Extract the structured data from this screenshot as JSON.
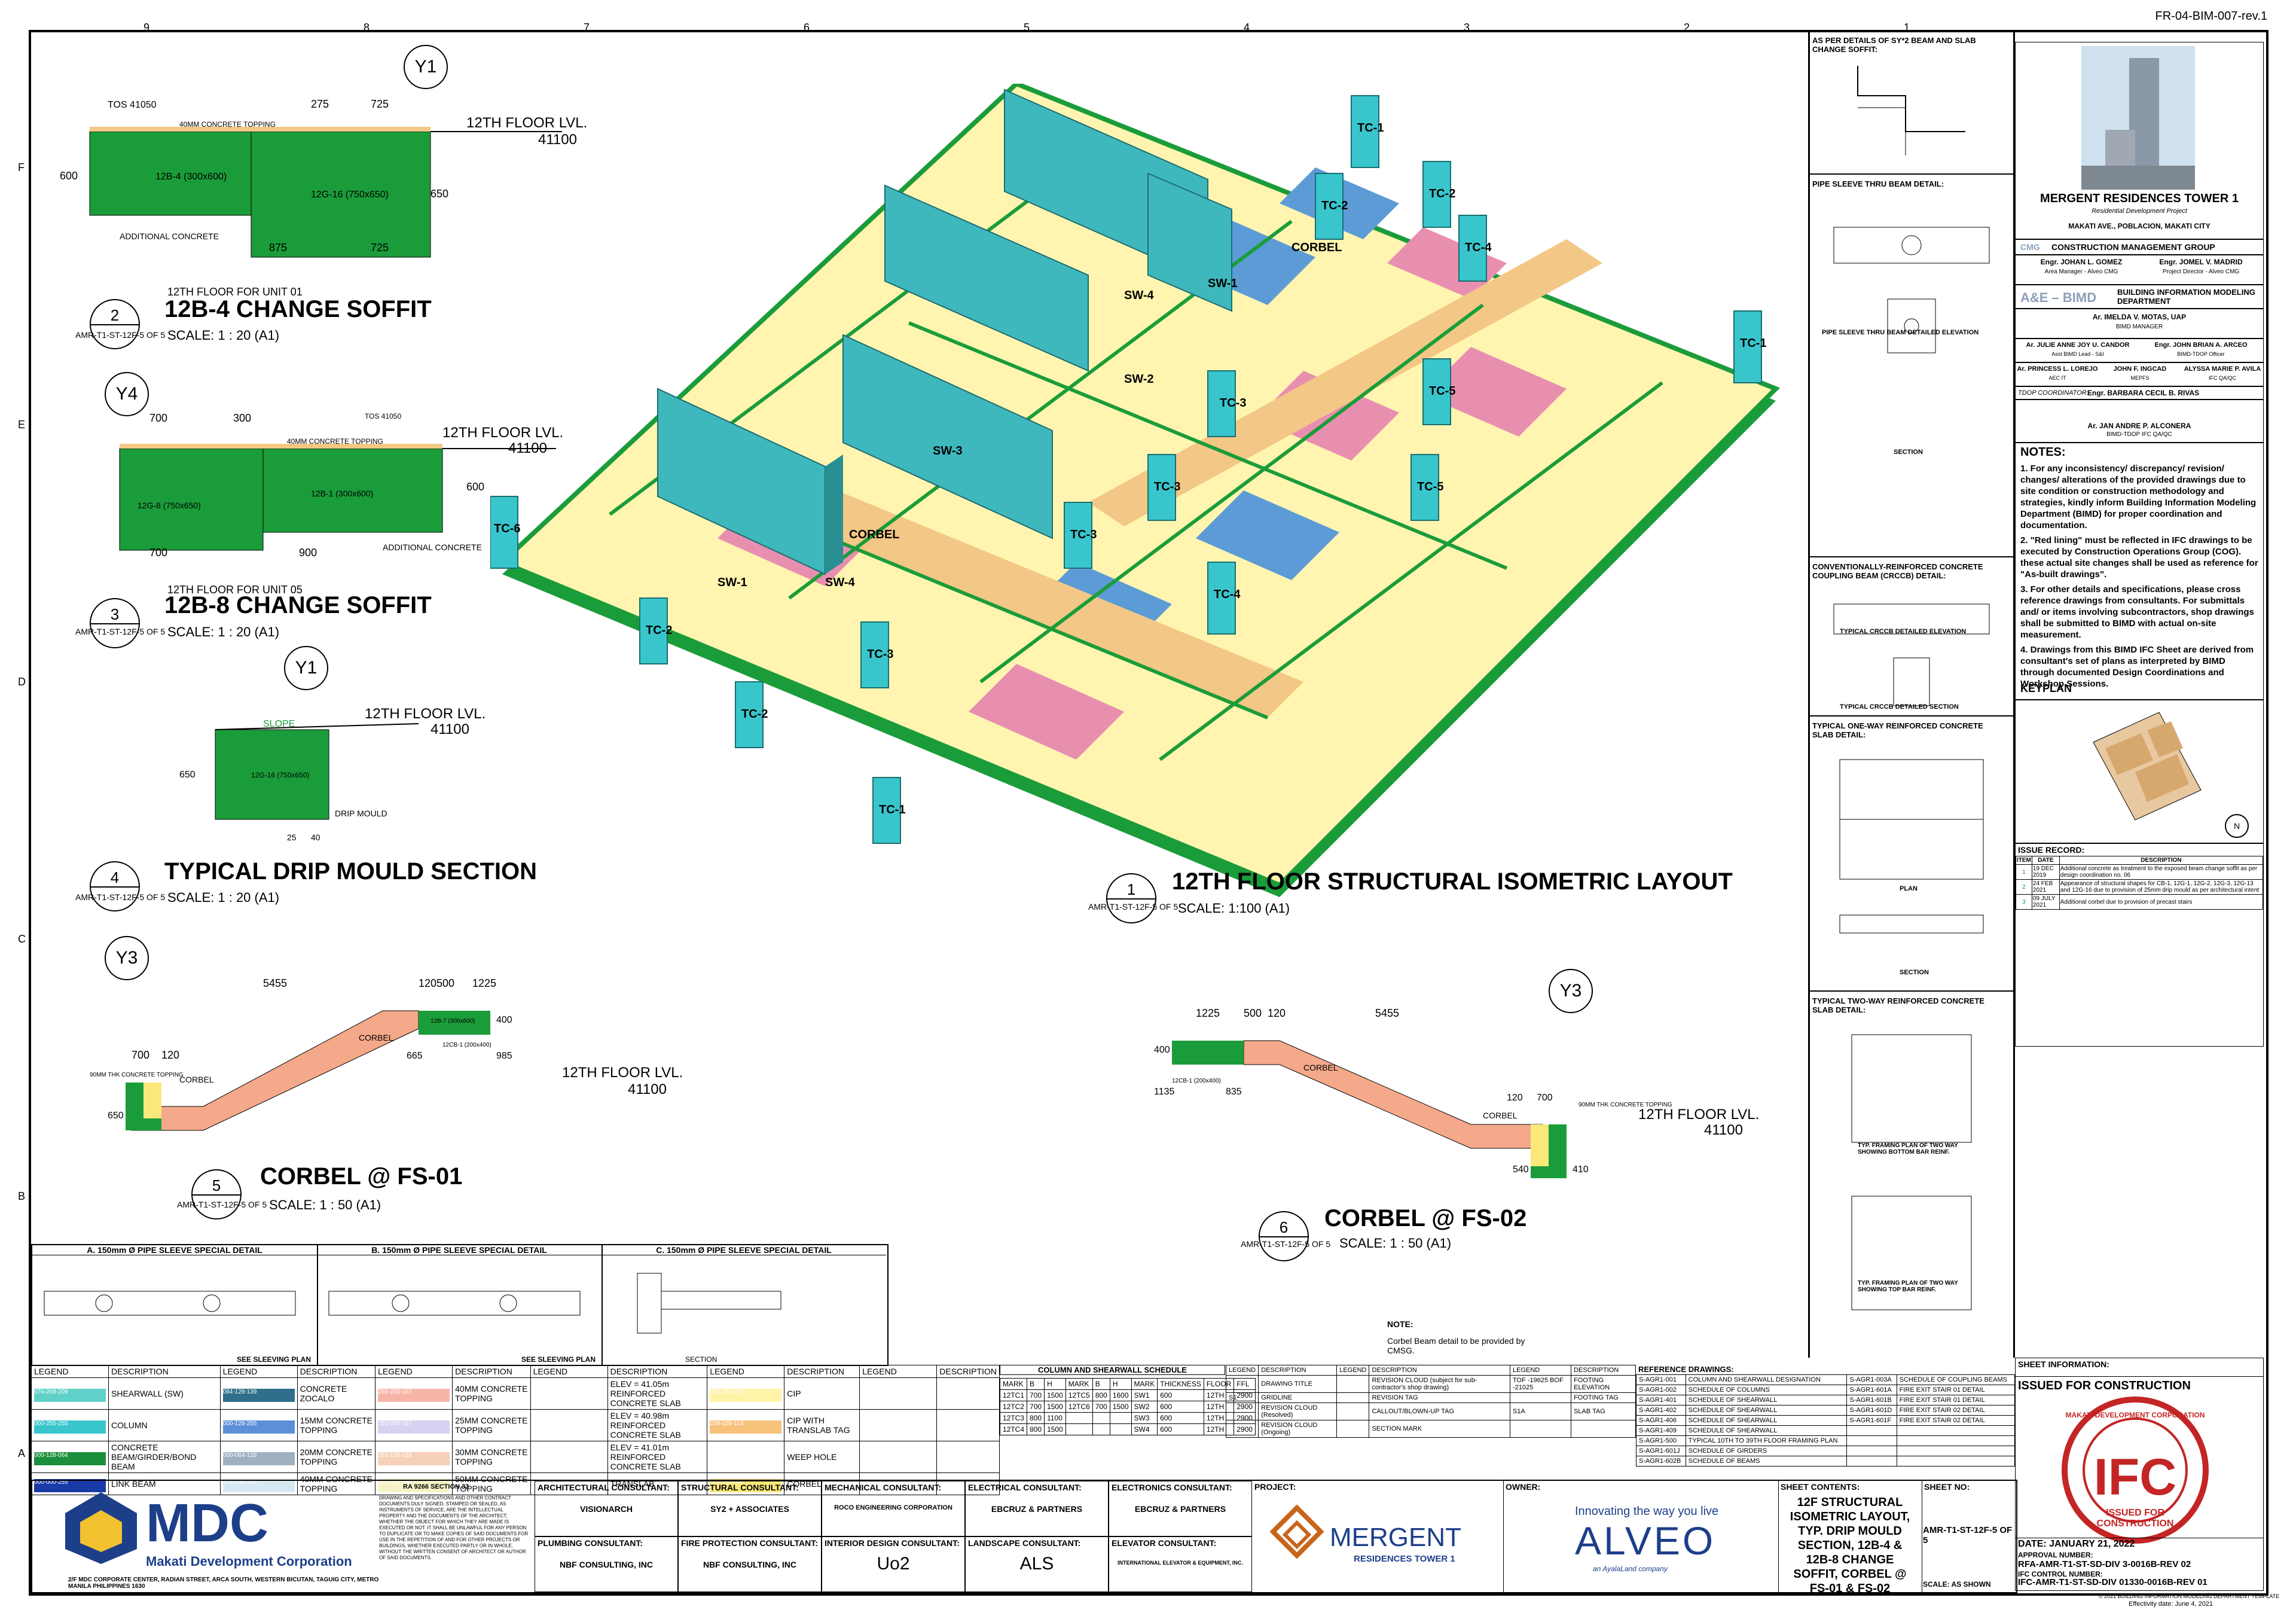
{
  "sheet_ref": "FR-04-BIM-007-rev.1",
  "top_grid": [
    "9",
    "8",
    "7",
    "6",
    "5",
    "4",
    "3",
    "2",
    "1"
  ],
  "side_grid": [
    "F",
    "E",
    "D",
    "C",
    "B",
    "A"
  ],
  "main_view": {
    "number": "1",
    "title": "12TH FLOOR STRUCTURAL ISOMETRIC LAYOUT",
    "ref": "AMR-T1-ST-12F-5 OF 5",
    "scale": "SCALE:   1:100 (A1)",
    "tags": [
      "TC-1",
      "TC-2",
      "TC-2",
      "TC-3",
      "TC-3",
      "TC-4",
      "TC-5",
      "TC-6",
      "TC-1",
      "TC-2",
      "TC-3",
      "TC-4",
      "TC-5",
      "TC-3",
      "TC-2",
      "TC-1",
      "SW-1",
      "SW-2",
      "SW-3",
      "SW-4",
      "SW-1",
      "SW-4",
      "CORBEL",
      "CORBEL"
    ]
  },
  "details": [
    {
      "number": "2",
      "title": "12B-4 CHANGE SOFFIT",
      "subtitle": "12TH FLOOR FOR UNIT 01",
      "ref": "AMR-T1-ST-12F-5 OF 5",
      "scale": "SCALE:   1 : 20 (A1)",
      "grid": "Y1",
      "level": "12TH FLOOR LVL.",
      "elev": "41100",
      "dims": [
        "275",
        "725",
        "875",
        "725",
        "600",
        "650"
      ],
      "labels": [
        "40MM CONCRETE TOPPING",
        "12B-4 (300x600)",
        "12G-16 (750x650)",
        "ADDITIONAL CONCRETE",
        "TOS 41050"
      ]
    },
    {
      "number": "3",
      "title": "12B-8 CHANGE SOFFIT",
      "subtitle": "12TH FLOOR FOR UNIT 05",
      "ref": "AMR-T1-ST-12F-5 OF 5",
      "scale": "SCALE:   1 : 20 (A1)",
      "grid": "Y4",
      "level": "12TH FLOOR LVL.",
      "elev": "41100",
      "dims": [
        "700",
        "300",
        "700",
        "900",
        "600"
      ],
      "labels": [
        "40MM CONCRETE TOPPING",
        "12G-8 (750x650)",
        "12B-1 (300x600)",
        "ADDITIONAL CONCRETE",
        "TOS 41050"
      ]
    },
    {
      "number": "4",
      "title": "TYPICAL DRIP MOULD SECTION",
      "subtitle": "",
      "ref": "AMR-T1-ST-12F-5 OF 5",
      "scale": "SCALE:   1 : 20 (A1)",
      "grid": "Y1",
      "level": "12TH FLOOR LVL.",
      "elev": "41100",
      "dims": [
        "650",
        "25",
        "40"
      ],
      "labels": [
        "SLOPE",
        "DRIP MOULD",
        "12G-16 (750x650)"
      ]
    },
    {
      "number": "5",
      "title": "CORBEL @ FS-01",
      "subtitle": "",
      "ref": "AMR-T1-ST-12F-5 OF 5",
      "scale": "SCALE:   1 : 50 (A1)",
      "grid": "Y3",
      "level": "12TH FLOOR LVL.",
      "elev": "41100",
      "dims": [
        "5455",
        "120",
        "500",
        "1225",
        "700",
        "120",
        "400",
        "665",
        "985",
        "650"
      ],
      "labels": [
        "CORBEL",
        "CORBEL",
        "90MM THK CONCRETE TOPPING",
        "12CB-1 (200x400)",
        "12B-7 (300x600)"
      ]
    },
    {
      "number": "6",
      "title": "CORBEL @ FS-02",
      "subtitle": "",
      "ref": "AMR-T1-ST-12F-5 OF 5",
      "scale": "SCALE:   1 : 50 (A1)",
      "grid": "Y3",
      "level": "12TH FLOOR LVL.",
      "elev": "41100",
      "dims": [
        "1225",
        "500",
        "120",
        "5455",
        "400",
        "1135",
        "835",
        "120",
        "700",
        "540",
        "410"
      ],
      "labels": [
        "CORBEL",
        "CORBEL",
        "90MM THK CONCRETE TOPPING",
        "12CB-1 (200x400)"
      ]
    }
  ],
  "sleeve_details": [
    {
      "title": "A. 150mm Ø PIPE SLEEVE SPECIAL DETAIL",
      "footer": "SEE SLEEVING PLAN"
    },
    {
      "title": "B. 150mm Ø PIPE SLEEVE SPECIAL DETAIL",
      "footer": "SEE SLEEVING PLAN"
    },
    {
      "title": "C. 150mm Ø PIPE SLEEVE SPECIAL DETAIL",
      "footer": "SECTION"
    }
  ],
  "right_details": [
    {
      "title": "AS PER DETAILS OF SY*2 BEAM AND SLAB CHANGE SOFFIT:"
    },
    {
      "title": "PIPE SLEEVE THRU BEAM DETAIL:",
      "caption": "PIPE SLEEVE THRU BEAM DETAILED ELEVATION",
      "caption2": "SECTION"
    },
    {
      "title": "CONVENTIONALLY-REINFORCED CONCRETE COUPLING BEAM (CRCCB) DETAIL:",
      "caption": "TYPICAL CRCCB DETAILED ELEVATION",
      "caption2": "TYPICAL CRCCB DETAILED SECTION"
    },
    {
      "title": "TYPICAL ONE-WAY REINFORCED CONCRETE SLAB DETAIL:",
      "caption": "PLAN",
      "caption2": "SECTION"
    },
    {
      "title": "TYPICAL TWO-WAY REINFORCED CONCRETE SLAB DETAIL:",
      "caption": "TYP. FRAMING PLAN OF TWO WAY SHOWING BOTTOM BAR REINF.",
      "caption2": "TYP. FRAMING PLAN OF TWO WAY SHOWING TOP BAR REINF."
    }
  ],
  "project": {
    "name": "MERGENT RESIDENCES TOWER 1",
    "type": "Residential Development Project",
    "location": "MAKATI AVE., POBLACION, MAKATI CITY",
    "cmg": "CONSTRUCTION MANAGEMENT GROUP",
    "people_row1": [
      {
        "name": "Engr. JOHAN L. GOMEZ",
        "role": "Area Manager - Alveo CMG"
      },
      {
        "name": "Engr. JOMEL V. MADRID",
        "role": "Project Director - Alveo CMG"
      }
    ],
    "bimd": "BUILDING INFORMATION MODELING DEPARTMENT",
    "bimd_manager": {
      "name": "Ar. IMELDA V. MOTAS, UAP",
      "role": "BIMD MANAGER"
    },
    "people_row2": [
      {
        "name": "Ar. JULIE ANNE JOY U. CANDOR",
        "role": "Asst BIMD Lead - S&I"
      },
      {
        "name": "Engr. JOHN BRIAN A. ARCEO",
        "role": "BIMD-TDOP Officer"
      }
    ],
    "people_row3": [
      {
        "name": "Ar. PRINCESS L. LOREJO",
        "role": "AEC IT"
      },
      {
        "name": "JOHN F. INGCAD",
        "role": "MEPFS"
      },
      {
        "name": "ALYSSA MARIE P. AVILA",
        "role": "IFC QA/QC"
      }
    ],
    "coordinator_label": "TDOP COORDINATOR:",
    "coordinator": "Engr. BARBARA CECIL B. RIVAS",
    "qa": {
      "name": "Ar. JAN ANDRE P. ALCONERA",
      "role": "BIMD-TDOP IFC QA/QC"
    }
  },
  "notes": {
    "title": "NOTES:",
    "items": [
      "1. For any inconsistency/ discrepancy/ revision/ changes/ alterations of the provided drawings due to site condition or construction methodology and strategies, kindly inform Building Information Modeling Department (BIMD) for proper coordination and documentation.",
      "2. \"Red lining\" must be reflected in IFC drawings to be executed by Construction Operations Group (COG). these actual site changes shall be used as reference for \"As-built drawings\".",
      "3. For other details and specifications, please cross reference drawings from consultants. For submittals and/ or items involving subcontractors, shop drawings shall be submitted to BIMD with actual on-site measurement.",
      "4. Drawings from this BIMD IFC Sheet are derived from consultant's set of plans as interpreted by BIMD through documented Design Coordinations and Workshop Sessions."
    ]
  },
  "keyplan": "KEYPLAN",
  "issue_record": {
    "title": "ISSUE RECORD:",
    "headers": [
      "ITEM",
      "DATE",
      "DESCRIPTION"
    ],
    "rows": [
      {
        "item": "1",
        "date": "19 DEC 2019",
        "desc": "Additional concrete as treatment to the exposed beam change soffit as per design coordination no. 06"
      },
      {
        "item": "2",
        "date": "24 FEB 2021",
        "desc": "Appearance of structural shapes for CB-1, 12G-1, 12G-2, 12G-3, 12G-13 and 12G-16 due to provision of 25mm drip mould as per architectural intent"
      },
      {
        "item": "3",
        "date": "09 JULY 2021",
        "desc": "Additional corbel due to provision of precast stairs"
      }
    ]
  },
  "sheet_info": {
    "title": "SHEET INFORMATION:",
    "issued": "ISSUED FOR CONSTRUCTION",
    "stamp_big": "IFC",
    "stamp_sub": "ISSUED FOR CONSTRUCTION",
    "stamp_ring": "MAKATI DEVELOPMENT CORPORATION",
    "date_label": "DATE:",
    "date": "JANUARY 21, 2022",
    "approval_label": "APPROVAL NUMBER:",
    "approval": "RFA-AMR-T1-ST-SD-DIV 3-0016B-REV 02",
    "ifc_label": "IFC CONTROL NUMBER:",
    "ifc": "IFC-AMR-T1-ST-SD-DIV 01330-0016B-REV 01",
    "copyright": "© 2021 BUILDING INFORMATION MODELING DEPARTMENT TEMPLATE",
    "effective": "Effectivity date: June 4, 2021"
  },
  "legend": {
    "headers": [
      "LEGEND",
      "DESCRIPTION",
      "LEGEND",
      "DESCRIPTION",
      "LEGEND",
      "DESCRIPTION",
      "LEGEND",
      "DESCRIPTION",
      "LEGEND",
      "DESCRIPTION",
      "LEGEND",
      "DESCRIPTION"
    ],
    "rows": [
      [
        {
          "c": "#5fd1c8",
          "t": "076-209-209"
        },
        "SHEARWALL (SW)",
        {
          "c": "#2f6f8c",
          "t": "084-128-139"
        },
        "CONCRETE ZOCALO",
        {
          "c": "#f7b5a8",
          "t": "255-233-157"
        },
        "40MM CONCRETE TOPPING",
        {
          "c": "#fff",
          "t": ""
        },
        "ELEV = 41.05m REINFORCED CONCRETE SLAB",
        {
          "c": "#fff3a8",
          "t": "255-255-167"
        },
        "CIP",
        {
          "c": "#fff",
          "t": ""
        },
        ""
      ],
      [
        {
          "c": "#38c6cc",
          "t": "000-255-255"
        },
        "COLUMN",
        {
          "c": "#5c8fd8",
          "t": "000-128-255"
        },
        "15MM CONCRETE TOPPING",
        {
          "c": "#d9d1f1",
          "t": "255-078-167"
        },
        "25MM CONCRETE TOPPING",
        {
          "c": "#fff",
          "t": ""
        },
        "ELEV = 40.98m REINFORCED CONCRETE SLAB",
        {
          "c": "#f7c27c",
          "t": "238-228-113"
        },
        "CIP WITH TRANSLAB TAG",
        {
          "c": "#fff",
          "t": ""
        },
        ""
      ],
      [
        {
          "c": "#1c8f3c",
          "t": "000-128-064"
        },
        "CONCRETE BEAM/GIRDER/BOND BEAM",
        {
          "c": "#9fb0c3",
          "t": "000-064-128"
        },
        "20MM CONCRETE TOPPING",
        {
          "c": "#f6d0b8",
          "t": "255-128-128"
        },
        "30MM CONCRETE TOPPING",
        {
          "c": "#fff",
          "t": ""
        },
        "ELEV = 41.01m REINFORCED CONCRETE SLAB",
        {
          "c": "#fff",
          "t": "WP"
        },
        "WEEP HOLE",
        {
          "c": "#fff",
          "t": ""
        },
        ""
      ],
      [
        {
          "c": "#1a3aa8",
          "t": "000-000-255"
        },
        "LINK BEAM",
        {
          "c": "#d6e9f2",
          "t": "128-128-255"
        },
        "40MM CONCRETE TOPPING",
        {
          "c": "#f5f2c8",
          "t": "255-255-160"
        },
        "50MM CONCRETE TOPPING",
        {
          "c": "#fff",
          "t": ""
        },
        "TRANSLAB",
        {
          "c": "#fbe87a",
          "t": "255-255-000"
        },
        "CORBEL",
        {
          "c": "#fff",
          "t": ""
        },
        ""
      ]
    ]
  },
  "schedule": {
    "title": "COLUMN AND SHEARWALL SCHEDULE",
    "headers": [
      "MARK",
      "B",
      "H",
      "MARK",
      "B",
      "H",
      "MARK",
      "THICKNESS",
      "FLOOR",
      "FFL"
    ],
    "rows": [
      [
        "12TC1",
        "700",
        "1500",
        "12TC5",
        "800",
        "1600",
        "SW1",
        "600",
        "12TH",
        "2900"
      ],
      [
        "12TC2",
        "700",
        "1500",
        "12TC6",
        "700",
        "1500",
        "SW2",
        "600",
        "12TH",
        "2900"
      ],
      [
        "12TC3",
        "800",
        "1100",
        "",
        "",
        "",
        "SW3",
        "600",
        "12TH",
        "2900"
      ],
      [
        "12TC4",
        "800",
        "1500",
        "",
        "",
        "",
        "SW4",
        "600",
        "12TH",
        "2900"
      ]
    ]
  },
  "symbols": {
    "headers": [
      "LEGEND",
      "DESCRIPTION",
      "LEGEND",
      "DESCRIPTION",
      "LEGEND",
      "DESCRIPTION"
    ],
    "rows": [
      [
        "",
        "DRAWING TITLE",
        "",
        "REVISION CLOUD (subject for sub-contractor's shop drawing)",
        "TOF -19625 BOF -21025",
        "FOOTING ELEVATION"
      ],
      [
        "S1",
        "GRIDLINE",
        "",
        "REVISION TAG",
        "",
        "FOOTING TAG"
      ],
      [
        "",
        "REVISION CLOUD (Resolved)",
        "",
        "CALLOUT/BLOWN-UP TAG",
        "S1A",
        "SLAB TAG"
      ],
      [
        "",
        "REVISION CLOUD (Ongoing)",
        "",
        "SECTION MARK",
        "",
        ""
      ]
    ]
  },
  "references": {
    "title": "REFERENCE DRAWINGS:",
    "rows": [
      [
        "S-AGR1-001",
        "COLUMN AND SHEARWALL DESIGNATION",
        "S-AGR1-003A",
        "SCHEDULE OF COUPLING BEAMS"
      ],
      [
        "S-AGR1-002",
        "SCHEDULE OF COLUMNS",
        "S-AGR1-601A",
        "FIRE EXIT STAIR 01 DETAIL"
      ],
      [
        "S-AGR1-401",
        "SCHEDULE OF SHEARWALL",
        "S-AGR1-601B",
        "FIRE EXIT STAIR 01 DETAIL"
      ],
      [
        "S-AGR1-402",
        "SCHEDULE OF SHEARWALL",
        "S-AGR1-601D",
        "FIRE EXIT STAIR 02 DETAIL"
      ],
      [
        "S-AGR1-406",
        "SCHEDULE OF SHEARWALL",
        "S-AGR1-601F",
        "FIRE EXIT STAIR 02 DETAIL"
      ],
      [
        "S-AGR1-409",
        "SCHEDULE OF SHEARWALL",
        "",
        ""
      ],
      [
        "S-AGR1-500",
        "TYPICAL 10TH TO 39TH FLOOR FRAMING PLAN",
        "",
        ""
      ],
      [
        "S-AGR1-601J",
        "SCHEDULE OF GIRDERS",
        "",
        ""
      ],
      [
        "S-AGR1-602B",
        "SCHEDULE OF BEAMS",
        "",
        ""
      ]
    ]
  },
  "note_block": {
    "title": "NOTE:",
    "text": "Corbel Beam detail to be provided by CMSG."
  },
  "developer": {
    "short": "MDC",
    "name": "Makati Development Corporation",
    "address": "2/F MDC CORPORATE CENTER, RADIAN STREET, ARCA SOUTH, WESTERN BICUTAN, TAGUIG CITY, METRO MANILA PHILIPPINES 1630",
    "ra": "RA 9266 SECTION 33",
    "disclaimer": "DRAWING AND SPECIFICATIONS AND OTHER CONTRACT DOCUMENTS DULY SIGNED, STAMPED OR SEALED, AS INSTRUMENTS OF SERVICE, ARE THE INTELLECTUAL PROPERTY AND THE DOCUMENTS OF THE ARCHITECT, WHETHER THE OBJECT FOR WHICH THEY ARE MADE IS EXECUTED OR NOT. IT SHALL BE UNLAWFUL FOR ANY PERSON TO DUPLICATE OR TO MAKE COPIES OF SAID DOCUMENTS FOR USE IN THE REPETITION OF AND FOR OTHER PROJECTS OR BUILDINGS, WHETHER EXECUTED PARTLY OR IN WHOLE, WITHOUT THE WRITTEN CONSENT OF ARCHITECT OR AUTHOR OF SAID DOCUMENTS."
  },
  "consultants": {
    "architectural": {
      "label": "ARCHITECTURAL CONSULTANT:",
      "name": "VISIONARCH"
    },
    "structural": {
      "label": "STRUCTURAL CONSULTANT:",
      "name": "SY2 + ASSOCIATES"
    },
    "mechanical": {
      "label": "MECHANICAL CONSULTANT:",
      "name": "ROCO ENGINEERING CORPORATION"
    },
    "electrical": {
      "label": "ELECTRICAL CONSULTANT:",
      "name": "EBCRUZ & PARTNERS"
    },
    "electronics": {
      "label": "ELECTRONICS CONSULTANT:",
      "name": "EBCRUZ & PARTNERS"
    },
    "plumbing": {
      "label": "PLUMBING CONSULTANT:",
      "name": "NBF CONSULTING, INC"
    },
    "fire": {
      "label": "FIRE PROTECTION CONSULTANT:",
      "name": "NBF CONSULTING, INC"
    },
    "interior": {
      "label": "INTERIOR DESIGN CONSULTANT:",
      "name": "Uo2"
    },
    "landscape": {
      "label": "LANDSCAPE CONSULTANT:",
      "name": "ALS"
    },
    "elevator": {
      "label": "ELEVATOR CONSULTANT:",
      "name": "INTERNATIONAL ELEVATOR & EQUIPMENT, INC."
    }
  },
  "project_box": {
    "label": "PROJECT:",
    "name": "MERGENT",
    "sub": "RESIDENCES TOWER 1"
  },
  "owner_box": {
    "label": "OWNER:",
    "tagline": "Innovating the way you live",
    "name": "ALVEO",
    "sub": "an AyalaLand company"
  },
  "sheet_contents": {
    "label": "SHEET CONTENTS:",
    "text": "12F STRUCTURAL ISOMETRIC LAYOUT, TYP. DRIP MOULD SECTION, 12B-4 & 12B-8 CHANGE SOFFIT, CORBEL @ FS-01 & FS-02"
  },
  "sheet_no": {
    "label": "SHEET NO:",
    "value": "AMR-T1-ST-12F-5 OF 5",
    "scale": "SCALE: AS SHOWN"
  },
  "colors": {
    "green": "#1b9c3a",
    "teal": "#3fc8c8",
    "slab": "#fff5b0",
    "pink": "#e88fb0",
    "blue": "#5c9bd6",
    "red": "#d42020"
  }
}
